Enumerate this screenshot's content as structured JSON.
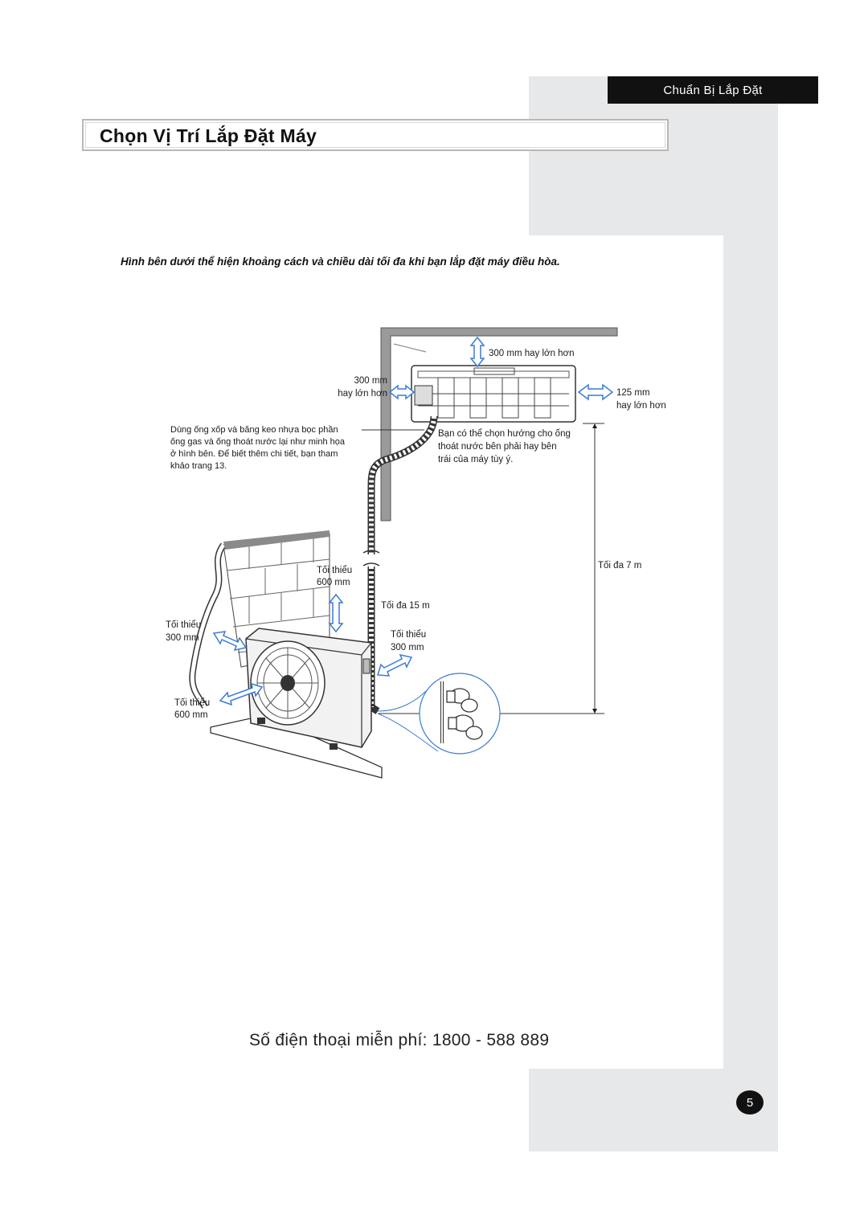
{
  "header": {
    "section_label": "Chuẩn Bị Lắp Đặt",
    "title": "Chọn Vị Trí Lắp Đặt Máy"
  },
  "intro": "Hình bên dưới thể hiện khoảng cách và chiều dài tối đa khi bạn lắp đặt máy điều hòa.",
  "diagram": {
    "top_clearance": "300 mm hay lớn hơn",
    "left_clearance": [
      "300 mm",
      "hay lớn hơn"
    ],
    "right_clearance": [
      "125 mm",
      "hay lớn hơn"
    ],
    "pipe_note": [
      "Dùng ống xốp và băng keo nhựa bọc phần",
      "ống gas và ống thoát nước lại như minh họa",
      "ở hình bên. Để biết thêm chi tiết, bạn tham",
      "khảo trang 13."
    ],
    "drain_note": [
      "Bạn có thể chọn hướng cho ống",
      "thoát nước bên phải hay bên",
      "trái của máy tùy ý."
    ],
    "max_height": "Tối đa 7 m",
    "outdoor_top": [
      "Tối thiểu",
      "600 mm"
    ],
    "max_length": "Tối đa 15 m",
    "outdoor_right": [
      "Tối thiểu",
      "300 mm"
    ],
    "outdoor_left": [
      "Tối thiểu",
      "300 mm"
    ],
    "outdoor_front": [
      "Tối thiểu",
      "600 mm"
    ]
  },
  "footer": {
    "phone": "Số điện thoại miễn phí: 1800 - 588 889",
    "page_number": "5"
  },
  "colors": {
    "accent_arrow": "#3a7bd5",
    "panel": "#e6e8ea",
    "tab": "#111111"
  }
}
